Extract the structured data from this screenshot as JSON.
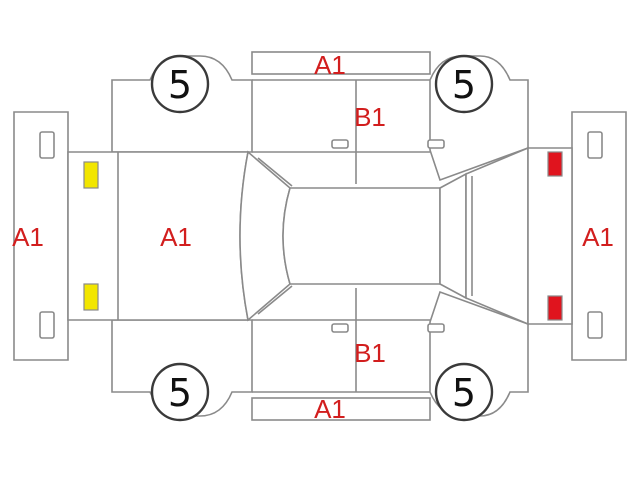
{
  "condition_codes": {
    "roof_top": "A1",
    "roof_bottom": "A1",
    "front_bumper": "A1",
    "rear_bumper": "A1",
    "hood": "A1",
    "upper_door": "B1",
    "lower_door": "B1"
  },
  "tires": {
    "front_upper": "5",
    "rear_upper": "5",
    "front_lower": "5",
    "rear_lower": "5"
  },
  "colors": {
    "outline": "#8a8a8a",
    "code_text": "#d21e1e",
    "front_lamp": "#f2e600",
    "rear_lamp": "#e0141e"
  }
}
